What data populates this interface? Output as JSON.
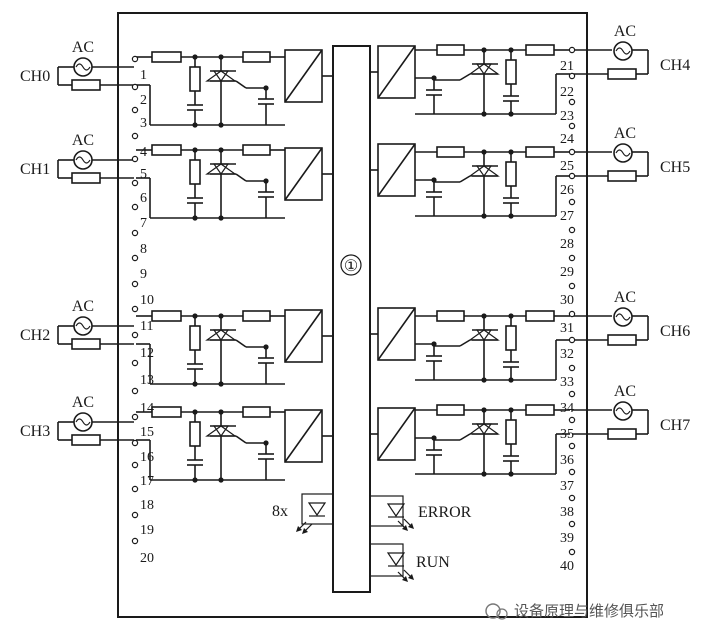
{
  "diagram": {
    "center_label": "①",
    "ac_label": "AC",
    "left_channels": [
      "CH0",
      "CH1",
      "CH2",
      "CH3"
    ],
    "right_channels": [
      "CH4",
      "CH5",
      "CH6",
      "CH7"
    ],
    "left_terminals": [
      "1",
      "2",
      "3",
      "4",
      "5",
      "6",
      "7",
      "8",
      "9",
      "10",
      "11",
      "12",
      "13",
      "14",
      "15",
      "16",
      "17",
      "18",
      "19",
      "20"
    ],
    "right_terminals": [
      "21",
      "22",
      "23",
      "24",
      "25",
      "26",
      "27",
      "28",
      "29",
      "30",
      "31",
      "32",
      "33",
      "34",
      "35",
      "36",
      "37",
      "38",
      "39",
      "40"
    ],
    "led_count_label": "8x",
    "error_label": "ERROR",
    "run_label": "RUN"
  },
  "watermark": {
    "text": "设备原理与维修俱乐部"
  }
}
